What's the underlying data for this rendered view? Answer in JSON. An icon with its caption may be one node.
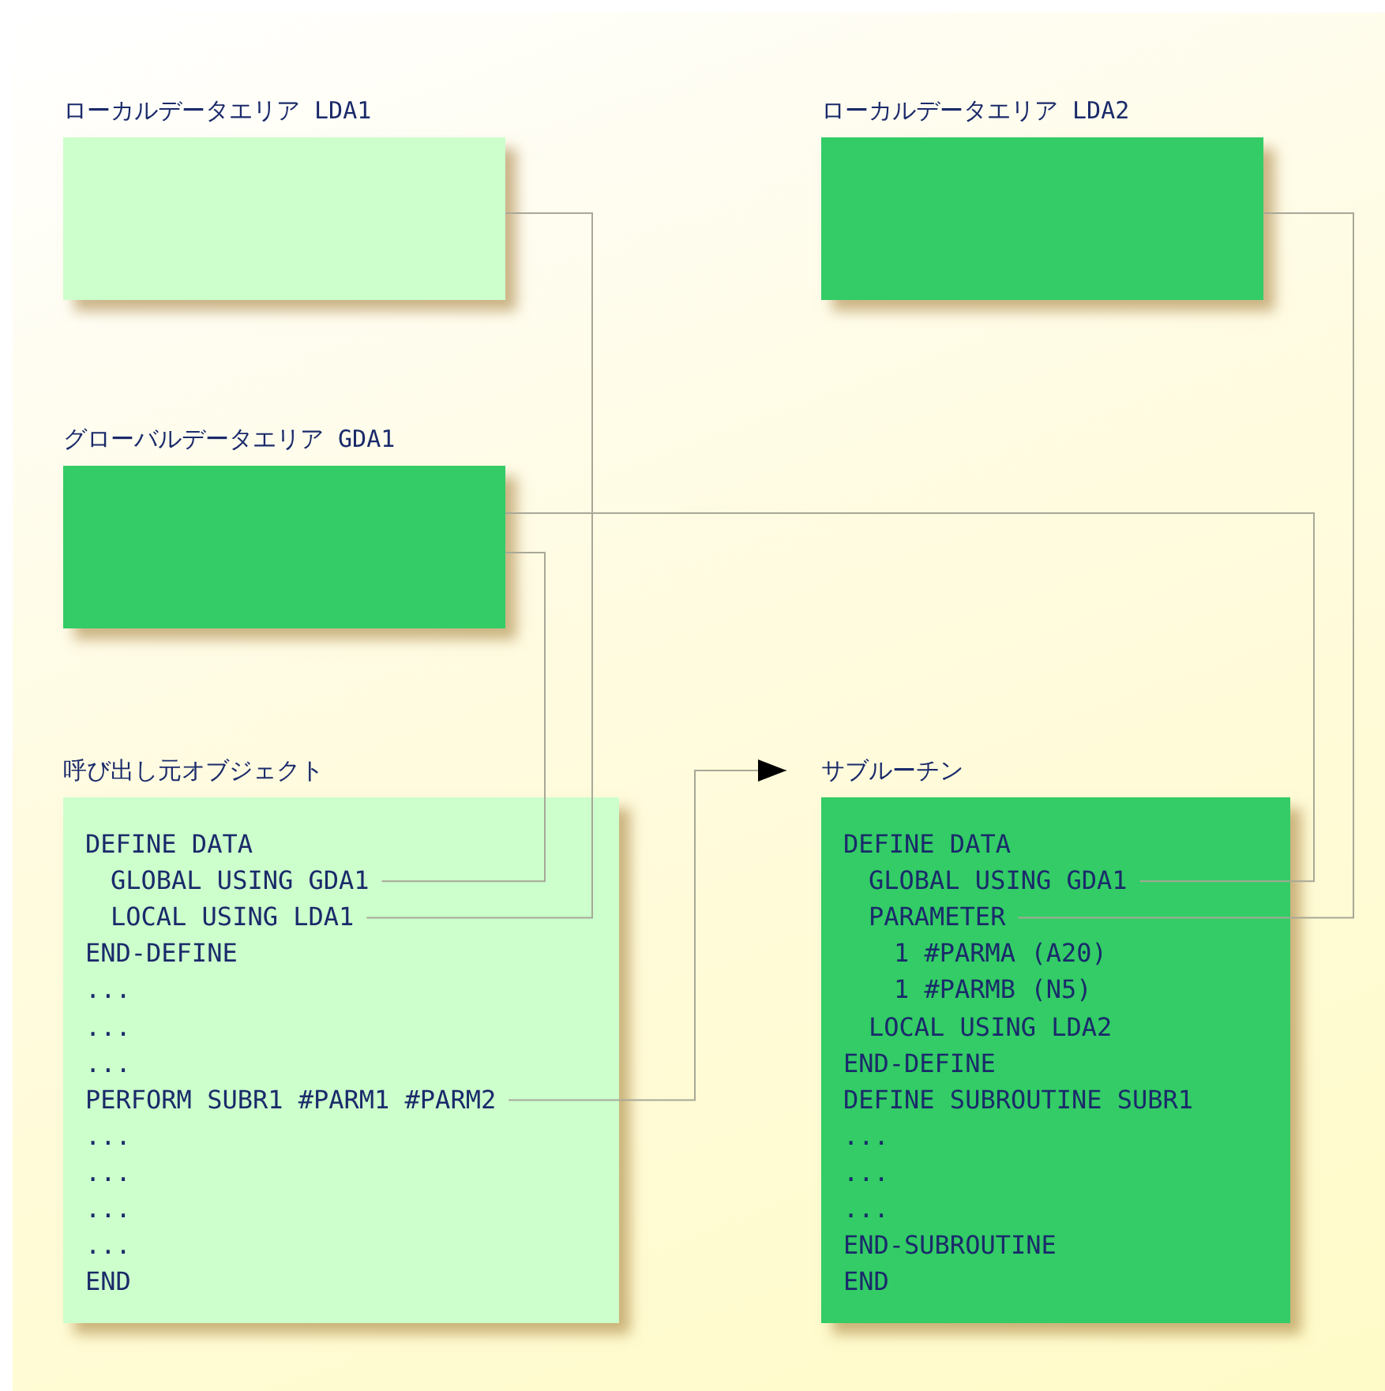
{
  "diagram": {
    "nodes": [
      {
        "text": [
          "ローカルデータエリア LDA1"
        ]
      },
      {
        "text": [
          "ローカルデータエリア LDA2"
        ]
      },
      {
        "text": [
          "グローバルデータエリア GDA1"
        ]
      },
      {
        "text": [
          "呼び出し元オブジェクト"
        ]
      },
      {
        "text": [
          "DEFINE DATA"
        ],
        "in": 3
      },
      {
        "text": [
          "GLOBAL USING GDA1"
        ],
        "in": 3
      },
      {
        "text": [
          "LOCAL USING LDA1"
        ],
        "in": 3
      },
      {
        "text": [
          "END-DEFINE"
        ],
        "in": 3
      },
      {
        "text": [
          "..."
        ],
        "in": 3
      },
      {
        "text": [
          "..."
        ],
        "in": 3
      },
      {
        "text": [
          "..."
        ],
        "in": 3
      },
      {
        "text": [
          "PERFORM SUBR1 #PARM1 #PARM2"
        ],
        "in": 3
      },
      {
        "text": [
          "..."
        ],
        "in": 3
      },
      {
        "text": [
          "..."
        ],
        "in": 3
      },
      {
        "text": [
          "..."
        ],
        "in": 3
      },
      {
        "text": [
          "..."
        ],
        "in": 3
      },
      {
        "text": [
          "END"
        ],
        "in": 3
      },
      {
        "text": [
          "サブルーチン"
        ]
      },
      {
        "text": [
          "DEFINE DATA"
        ],
        "in": 17
      },
      {
        "text": [
          "GLOBAL USING GDA1"
        ],
        "in": 17
      },
      {
        "text": [
          "PARAMETER"
        ],
        "in": 17
      },
      {
        "text": [
          "1 #PARMA (A20)"
        ],
        "in": 17
      },
      {
        "text": [
          "1 #PARMB (N5)"
        ],
        "in": 17
      },
      {
        "text": [
          "LOCAL USING LDA2"
        ],
        "in": 17
      },
      {
        "text": [
          "END-DEFINE"
        ],
        "in": 17
      },
      {
        "text": [
          "DEFINE SUBROUTINE SUBR1"
        ],
        "in": 17
      },
      {
        "text": [
          "..."
        ],
        "in": 17
      },
      {
        "text": [
          "..."
        ],
        "in": 17
      },
      {
        "text": [
          "..."
        ],
        "in": 17
      },
      {
        "text": [
          "END-SUBROUTINE"
        ],
        "in": 17
      },
      {
        "text": [
          "END"
        ],
        "in": 17
      }
    ],
    "edges": [
      {
        "from": 0,
        "to": 6,
        "arrow": "none"
      },
      {
        "from": 2,
        "to": 5,
        "arrow": "none"
      },
      {
        "from": 2,
        "to": 19,
        "arrow": "none"
      },
      {
        "from": 1,
        "to": 20,
        "arrow": "none"
      },
      {
        "from": 11,
        "to": 17,
        "arrow": "to"
      }
    ]
  }
}
